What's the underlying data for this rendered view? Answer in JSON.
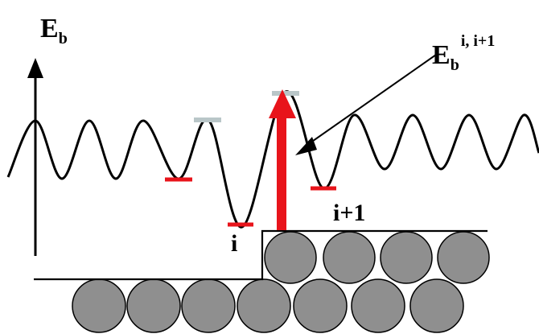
{
  "labels": {
    "energy_axis_main": "E",
    "energy_axis_sub": "b",
    "barrier_main": "E",
    "barrier_sub": "b",
    "barrier_sup": "i, i+1",
    "site_i": "i",
    "site_i_plus_1": "i+1"
  },
  "colors": {
    "potential_curve": "#000000",
    "binding_level": "#e8141b",
    "saddle_level": "#b9c6c8",
    "hop_arrow": "#e8141b",
    "atom_fill": "#8f8f8f",
    "atom_stroke": "#000000",
    "surface_line": "#000000"
  },
  "icons": {
    "axis_arrow": "upward-arrow-icon",
    "hop_arrow": "upward-thick-arrow-icon",
    "pointer": "diagonal-pointer-arrow-icon"
  }
}
